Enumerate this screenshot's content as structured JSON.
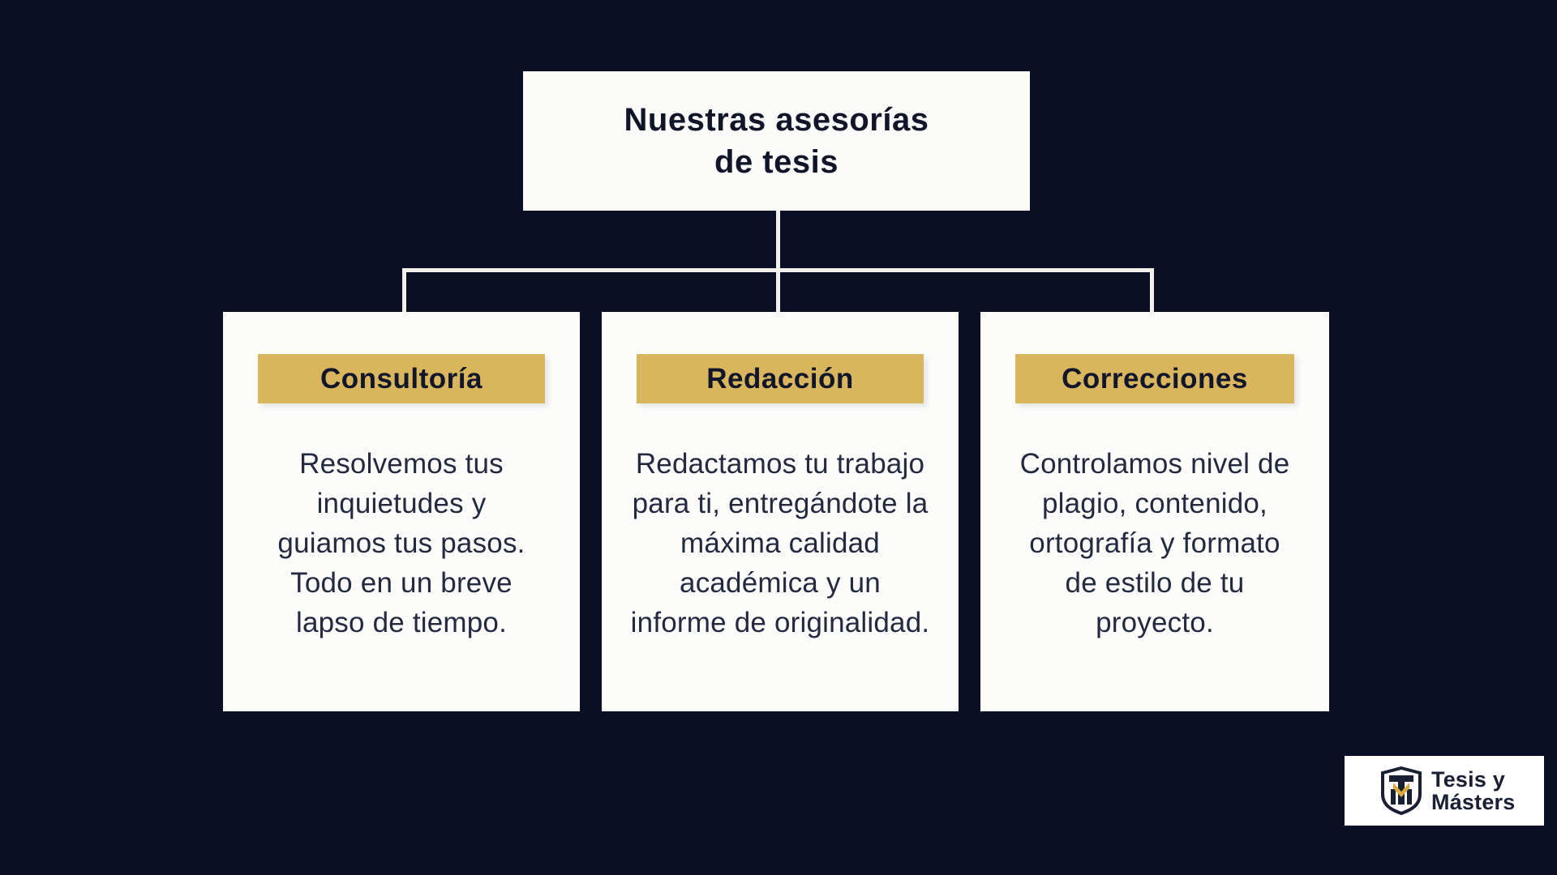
{
  "title": {
    "lines": [
      "Nuestras asesorías",
      "de tesis"
    ]
  },
  "cards": [
    {
      "header": "Consultoría",
      "body_lines": [
        "Resolvemos tus",
        "inquietudes y",
        "guiamos tus pasos.",
        "Todo en un breve",
        "lapso de tiempo."
      ]
    },
    {
      "header": "Redacción",
      "body_lines": [
        "Redactamos tu trabajo",
        "para ti, entregándote la",
        "máxima calidad",
        "académica y un",
        "informe de originalidad."
      ]
    },
    {
      "header": "Correcciones",
      "body_lines": [
        "Controlamos nivel de",
        "plagio, contenido,",
        "ortografía y formato",
        "de estilo de tu",
        "proyecto."
      ]
    }
  ],
  "logo": {
    "lines": [
      "Tesis y",
      "Másters"
    ]
  },
  "colors": {
    "background": "#0a0f26",
    "gold": "#d9b55e",
    "card": "#fcfcfb",
    "connector_line": "#f2f1ee",
    "navy_text": "#11162a",
    "logo_gold": "#d8a93c"
  }
}
